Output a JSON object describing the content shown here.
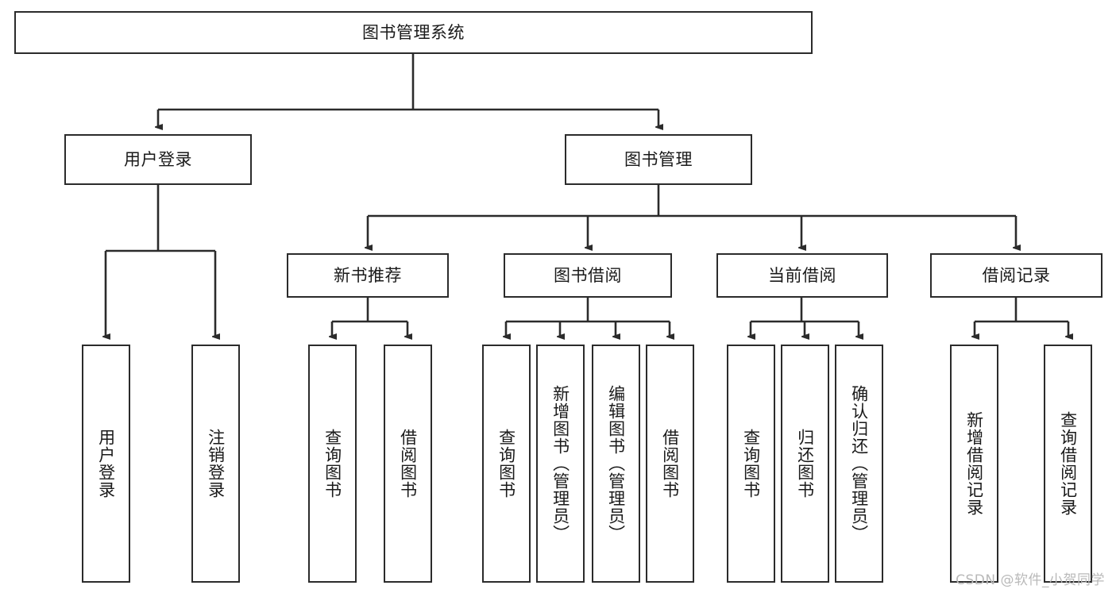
{
  "diagram": {
    "type": "tree-hierarchy",
    "title": "图书管理系统",
    "watermark": "CSDN @软件_小贺同学",
    "accent_color": "#2b2b2b",
    "background_color": "#ffffff",
    "root": {
      "id": "root",
      "label": "图书管理系统"
    },
    "level2": [
      {
        "id": "user-login",
        "label": "用户登录"
      },
      {
        "id": "book-manage",
        "label": "图书管理"
      }
    ],
    "level3": [
      {
        "id": "new-book-recommend",
        "label": "新书推荐",
        "parent": "book-manage"
      },
      {
        "id": "book-borrow",
        "label": "图书借阅",
        "parent": "book-manage"
      },
      {
        "id": "current-borrow",
        "label": "当前借阅",
        "parent": "book-manage"
      },
      {
        "id": "borrow-record",
        "label": "借阅记录",
        "parent": "book-manage"
      }
    ],
    "leaves": [
      {
        "id": "leaf-user-login",
        "label": "用户登录",
        "parent": "user-login"
      },
      {
        "id": "leaf-logout-login",
        "label": "注销登录",
        "parent": "user-login"
      },
      {
        "id": "leaf-query-book-1",
        "label": "查询图书",
        "parent": "new-book-recommend"
      },
      {
        "id": "leaf-borrow-book-1",
        "label": "借阅图书",
        "parent": "new-book-recommend"
      },
      {
        "id": "leaf-query-book-2",
        "label": "查询图书",
        "parent": "book-borrow"
      },
      {
        "id": "leaf-add-book",
        "label": "新增图书（管理员）",
        "parent": "book-borrow"
      },
      {
        "id": "leaf-edit-book",
        "label": "编辑图书（管理员）",
        "parent": "book-borrow"
      },
      {
        "id": "leaf-borrow-book-2",
        "label": "借阅图书",
        "parent": "book-borrow"
      },
      {
        "id": "leaf-query-book-3",
        "label": "查询图书",
        "parent": "current-borrow"
      },
      {
        "id": "leaf-return-book",
        "label": "归还图书",
        "parent": "current-borrow"
      },
      {
        "id": "leaf-confirm-return",
        "label": "确认归还（管理员）",
        "parent": "current-borrow"
      },
      {
        "id": "leaf-add-record",
        "label": "新增借阅记录",
        "parent": "borrow-record"
      },
      {
        "id": "leaf-query-record",
        "label": "查询借阅记录",
        "parent": "borrow-record"
      }
    ]
  }
}
